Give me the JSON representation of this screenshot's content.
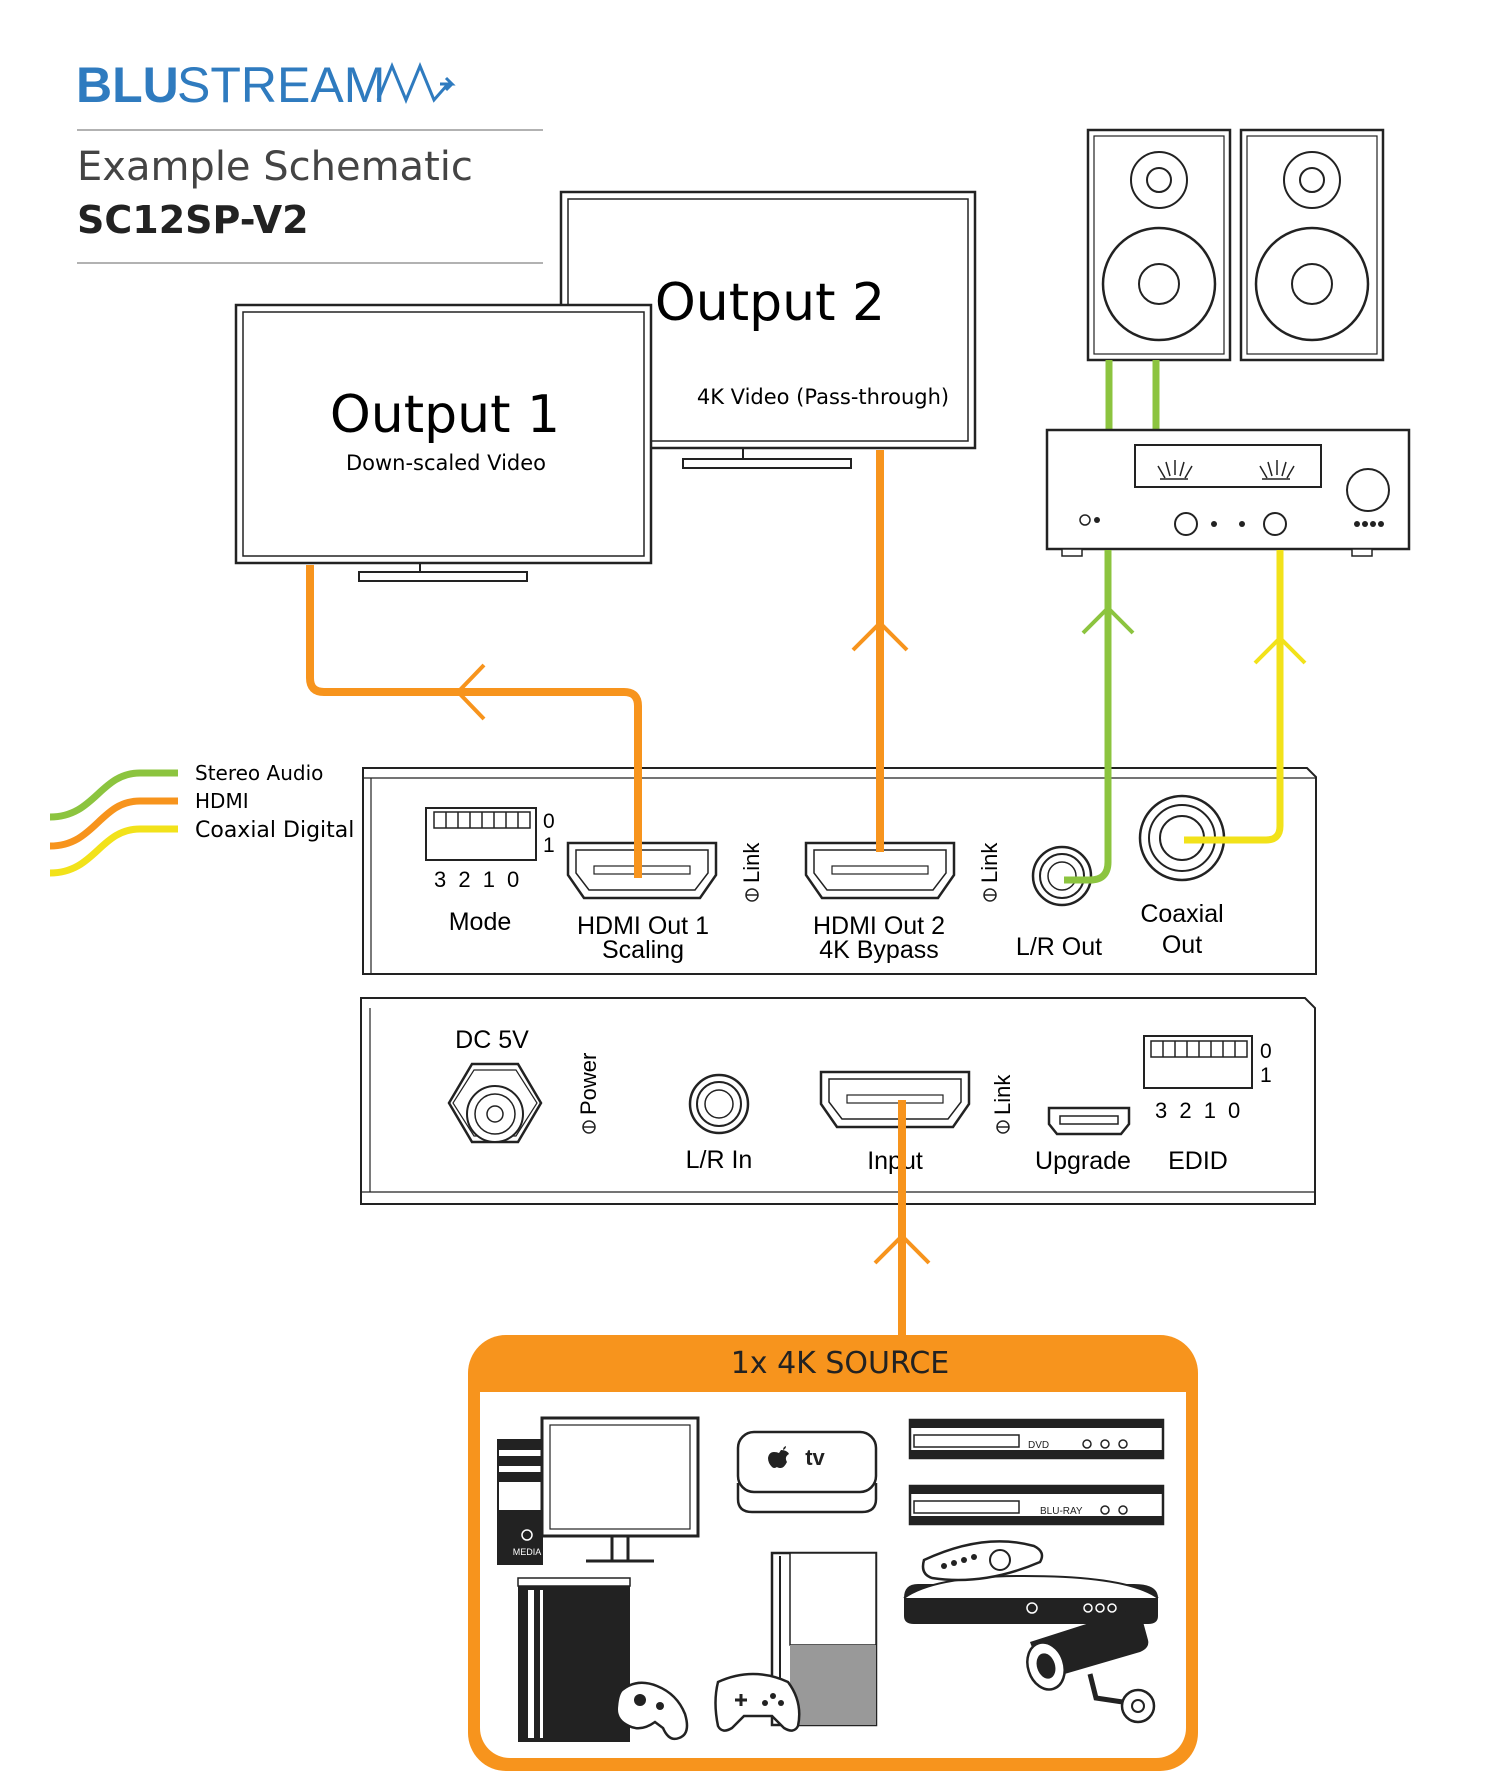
{
  "header": {
    "brand_blu": "BLU",
    "brand_stream": "STREAM",
    "subtitle": "Example Schematic",
    "model": "SC12SP-V2"
  },
  "legend": {
    "items": [
      {
        "label": "Stereo Audio",
        "color": "#8cc43f"
      },
      {
        "label": "HDMI",
        "color": "#f7941d"
      },
      {
        "label": "Coaxial Digital",
        "color": "#f2e21a"
      }
    ]
  },
  "colors": {
    "accent_blue": "#2f7bbf",
    "hdmi": "#f7941d",
    "audio": "#8cc43f",
    "coax": "#f2e21a",
    "line": "#222222"
  },
  "displays": {
    "output1": {
      "title": "Output 1",
      "caption": "Down-scaled Video"
    },
    "output2": {
      "title": "Output 2",
      "caption": "4K Video (Pass-through)"
    }
  },
  "front_panel": {
    "dip_top": "0",
    "dip_bottom": "1",
    "dip_numbers": "3 2 1 0",
    "mode_label": "Mode",
    "hdmi_out1_line1": "HDMI Out 1",
    "hdmi_out1_line2": "Scaling",
    "hdmi_out2_line1": "HDMI Out 2",
    "hdmi_out2_line2": "4K Bypass",
    "link_label": "Link",
    "lr_out": "L/R Out",
    "coax_line1": "Coaxial",
    "coax_line2": "Out"
  },
  "rear_panel": {
    "dc_label": "DC 5V",
    "power_label": "Power",
    "lr_in": "L/R In",
    "input_label": "Input",
    "link_label": "Link",
    "upgrade_label": "Upgrade",
    "edid_label": "EDID",
    "dip_top": "0",
    "dip_bottom": "1",
    "dip_numbers": "3 2 1 0"
  },
  "source": {
    "title": "1x 4K SOURCE",
    "media_label": "MEDIA",
    "tv_label": "tv",
    "dvd_label": "DVD",
    "bluray_label": "BLU-RAY"
  }
}
